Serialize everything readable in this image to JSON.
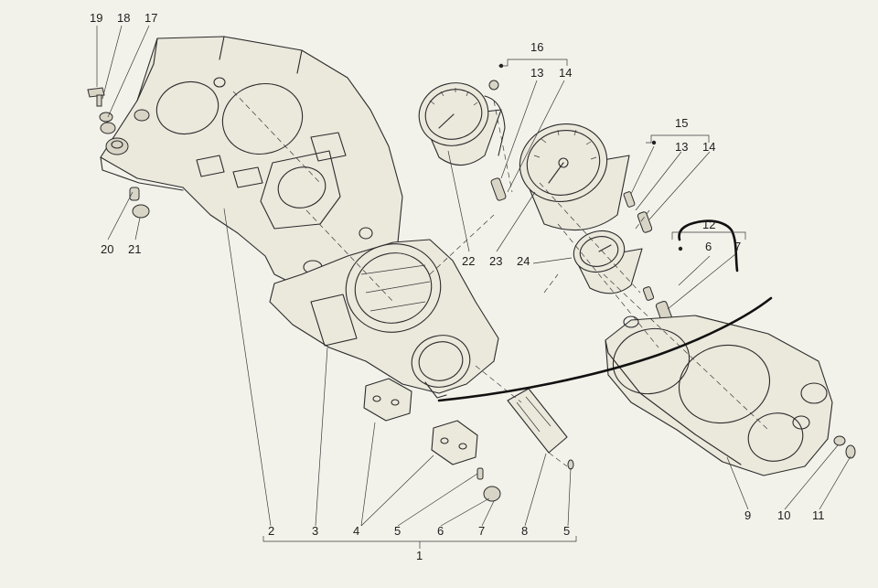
{
  "diagram": {
    "background": "#f3f2ea",
    "ink_color": "#2b2b2b",
    "marker_color": "#111111",
    "callouts": {
      "c19": "19",
      "c18": "18",
      "c17": "17",
      "c20": "20",
      "c21": "21",
      "c16": "16",
      "c13a": "13",
      "c14a": "14",
      "c15": "15",
      "c13b": "13",
      "c14b": "14",
      "c12": "12",
      "c6a": "6",
      "c7a": "7",
      "c22": "22",
      "c23": "23",
      "c24": "24",
      "b2": "2",
      "b3": "3",
      "b4": "4",
      "b5a": "5",
      "b6": "6",
      "b7": "7",
      "b8": "8",
      "b5b": "5",
      "b1": "1",
      "b9": "9",
      "b10": "10",
      "b11": "11"
    },
    "parts": [
      {
        "id": "dashboard-housing",
        "callout": "2"
      },
      {
        "id": "inner-panel",
        "callout": "3"
      },
      {
        "id": "bracket",
        "callout": "4"
      },
      {
        "id": "screw",
        "callout": "5"
      },
      {
        "id": "bulb-holder",
        "callout": "6"
      },
      {
        "id": "bulb",
        "callout": "7"
      },
      {
        "id": "warning-light-unit",
        "callout": "8"
      },
      {
        "id": "instrument-cover",
        "callout": "9"
      },
      {
        "id": "grommet",
        "callout": "10"
      },
      {
        "id": "cover-screw",
        "callout": "11"
      },
      {
        "id": "speedometer",
        "callout": "22"
      },
      {
        "id": "tachometer",
        "callout": "23"
      },
      {
        "id": "temperature-gauge",
        "callout": "24"
      }
    ]
  }
}
